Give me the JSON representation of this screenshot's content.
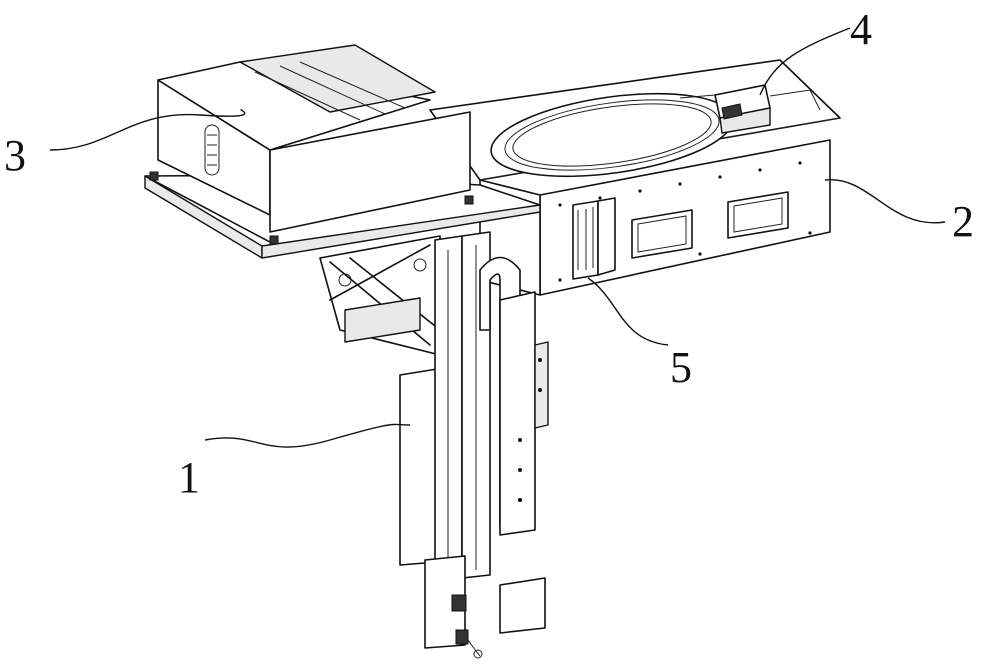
{
  "figure": {
    "labels": [
      {
        "id": "part-1",
        "text": "1"
      },
      {
        "id": "part-2",
        "text": "2"
      },
      {
        "id": "part-3",
        "text": "3"
      },
      {
        "id": "part-4",
        "text": "4"
      },
      {
        "id": "part-5",
        "text": "5"
      }
    ]
  },
  "colors": {
    "stroke": "#111111",
    "background": "#ffffff"
  }
}
